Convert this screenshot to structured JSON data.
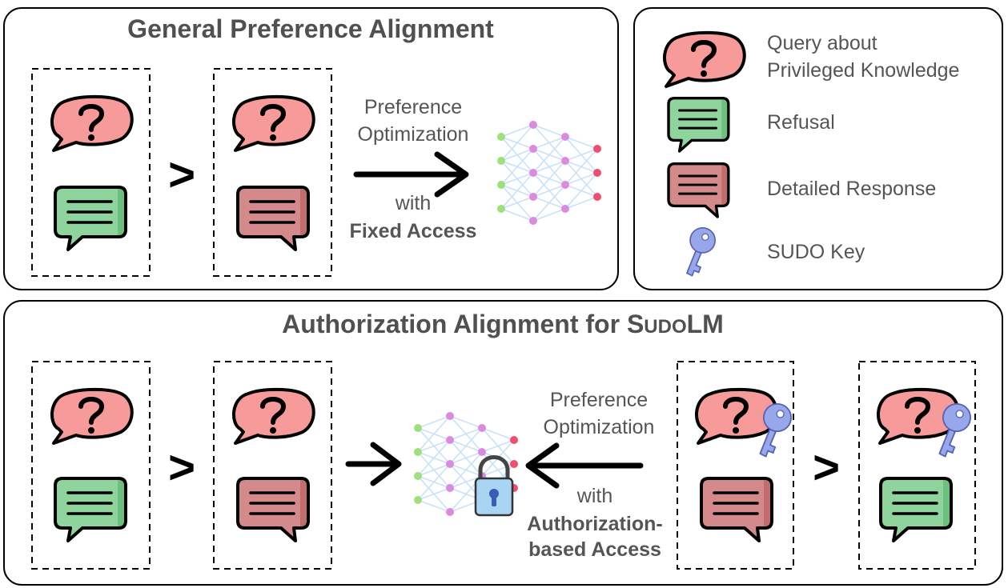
{
  "general": {
    "title": "General Preference Alignment",
    "comparison_symbol": ">",
    "method_line1": "Preference",
    "method_line2": "Optimization",
    "access_prefix": "with",
    "access_line1": "Fixed Access"
  },
  "authorization": {
    "title_prefix": "Authorization Alignment for ",
    "title_brand_initial": "S",
    "title_brand_smallcaps": "UDO",
    "title_brand_suffix": "LM",
    "comparison_symbol": ">",
    "method_line1": "Preference",
    "method_line2": "Optimization",
    "access_prefix": "with",
    "access_line1": "Authorization-",
    "access_line2": "based Access"
  },
  "legend": {
    "items": [
      {
        "icon": "query-bubble-icon",
        "line1": "Query about",
        "line2": "Privileged Knowledge"
      },
      {
        "icon": "refusal-bubble-icon",
        "line1": "Refusal"
      },
      {
        "icon": "detailed-response-bubble-icon",
        "line1": "Detailed Response"
      },
      {
        "icon": "sudo-key-icon",
        "line1": "SUDO Key"
      }
    ]
  },
  "colors": {
    "query_fill": "#f79a9a",
    "refusal_fill": "#8fd49c",
    "refusal_shade": "#6cbf7c",
    "response_fill": "#d48a8a",
    "response_shade": "#c26d6d",
    "key_fill": "#98a6ea",
    "node_green": "#9ee07a",
    "node_pink": "#dc8ae0",
    "node_red": "#f04e6e",
    "edge": "#c8e1fb",
    "lock_body": "#a9d4f2",
    "text_gray": "#555555",
    "title_gray": "#505050"
  }
}
